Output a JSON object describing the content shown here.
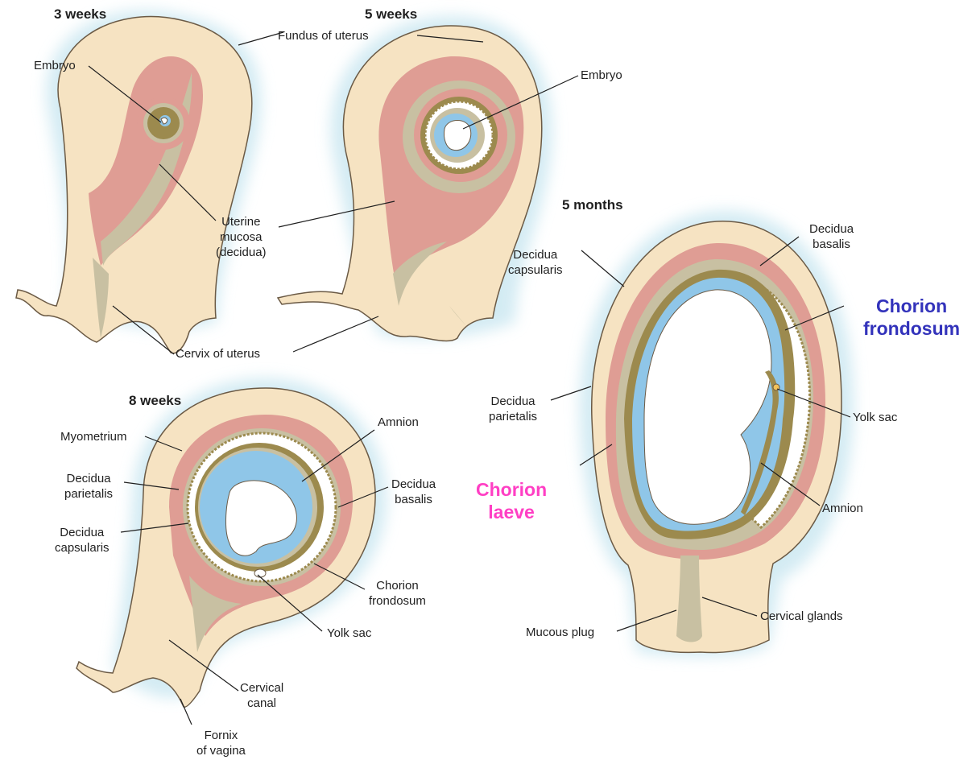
{
  "colors": {
    "uterine_wall": "#f6e3c2",
    "wall_outline": "#6b5a45",
    "decidua": "#df9d94",
    "chorion": "#9c8a4e",
    "chorionic_sac": "#c8c0a2",
    "amniotic_fluid": "#8fc6e8",
    "embryo": "#ffffff",
    "glow": "#cfe9f2",
    "chorion_frondosum_callout": "#3333bb",
    "chorion_laeve_callout": "#ff3fc4"
  },
  "panels": {
    "week3": {
      "title": "3 weeks",
      "labels": {
        "embryo": "Embryo",
        "uterine_mucosa": [
          "Uterine",
          "mucosa",
          "(decidua)"
        ],
        "cervix": "Cervix of uterus"
      }
    },
    "week5": {
      "title": "5 weeks",
      "labels": {
        "fundus": "Fundus of uterus",
        "embryo": "Embryo"
      }
    },
    "week8": {
      "title": "8 weeks",
      "labels": {
        "myometrium": "Myometrium",
        "decidua_parietalis": [
          "Decidua",
          "parietalis"
        ],
        "decidua_capsularis": [
          "Decidua",
          "capsularis"
        ],
        "amnion": "Amnion",
        "decidua_basalis": [
          "Decidua",
          "basalis"
        ],
        "chorion_frondosum": [
          "Chorion",
          "frondosum"
        ],
        "yolk_sac": "Yolk sac",
        "cervical_canal": [
          "Cervical",
          "canal"
        ],
        "fornix": [
          "Fornix",
          "of vagina"
        ]
      }
    },
    "month5": {
      "title": "5 months",
      "labels": {
        "decidua_basalis": [
          "Decidua",
          "basalis"
        ],
        "decidua_capsularis": [
          "Decidua",
          "capsularis"
        ],
        "decidua_parietalis": [
          "Decidua",
          "parietalis"
        ],
        "yolk_sac": "Yolk sac",
        "amnion": "Amnion",
        "cervical_glands": "Cervical glands",
        "mucous_plug": "Mucous plug"
      }
    }
  },
  "callouts": {
    "chorion_frondosum": [
      "Chorion",
      "frondosum"
    ],
    "chorion_laeve": [
      "Chorion",
      "laeve"
    ]
  }
}
